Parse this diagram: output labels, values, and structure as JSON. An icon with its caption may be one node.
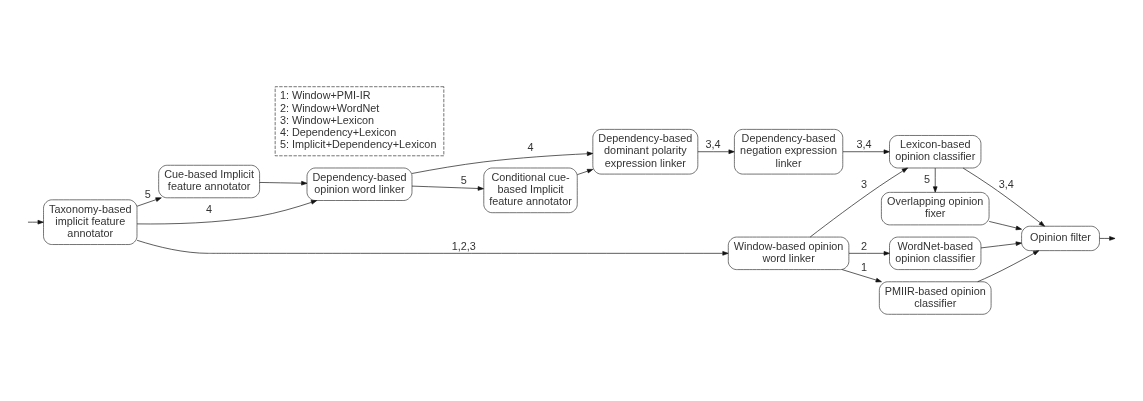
{
  "diagram": {
    "nodes": [
      {
        "text": [
          "Taxonomy-based implicit feature annotator"
        ]
      },
      {
        "text": [
          "Dependency-based opinion word linker"
        ]
      },
      {
        "text": [
          "Dependency-based dominant polarity expression linker"
        ]
      },
      {
        "text": [
          "Dependency-based negation expression linker"
        ]
      },
      {
        "text": [
          "Lexicon-based opinion classifier"
        ]
      },
      {
        "text": [
          "Opinion filter"
        ]
      },
      {
        "text": [
          "Window-based opinion word linker"
        ]
      },
      {
        "text": [
          "PMIIR-based opinion classifier"
        ]
      },
      {
        "text": [
          "WordNet-based opinion classifier"
        ]
      },
      {
        "text": [
          "Cue-based Implicit feature annotator"
        ]
      },
      {
        "text": [
          "Conditional cue-based Implicit feature annotator"
        ]
      },
      {
        "text": [
          "Overlapping opinion fixer"
        ]
      },
      {
        "text": [
          "1: Window+PMI-IR",
          "2: Window+WordNet",
          "3: Window+Lexicon",
          "4: Dependency+Lexicon",
          "5: Implicit+Dependency+Lexicon"
        ]
      }
    ],
    "edges": [
      {
        "from": null,
        "to": 0,
        "arrow": "to"
      },
      {
        "from": 0,
        "to": 1,
        "arrow": "to",
        "label": "4"
      },
      {
        "from": 1,
        "to": 2,
        "arrow": "to",
        "label": "4"
      },
      {
        "from": 2,
        "to": 3,
        "arrow": "to",
        "label": "3,4"
      },
      {
        "from": 3,
        "to": 4,
        "arrow": "to",
        "label": "3,4"
      },
      {
        "from": 4,
        "to": 5,
        "arrow": "to",
        "label": "3,4"
      },
      {
        "from": 5,
        "to": null,
        "arrow": "to"
      },
      {
        "from": 0,
        "to": 6,
        "arrow": "to",
        "label": "1,2,3"
      },
      {
        "from": 6,
        "to": 7,
        "arrow": "to",
        "label": "1"
      },
      {
        "from": 6,
        "to": 8,
        "arrow": "to",
        "label": "2"
      },
      {
        "from": 6,
        "to": 4,
        "arrow": "to",
        "label": "3"
      },
      {
        "from": 7,
        "to": 5,
        "arrow": "to"
      },
      {
        "from": 8,
        "to": 5,
        "arrow": "to"
      },
      {
        "from": 0,
        "to": 9,
        "arrow": "to",
        "label": "5"
      },
      {
        "from": 9,
        "to": 1,
        "arrow": "to"
      },
      {
        "from": 1,
        "to": 10,
        "arrow": "to",
        "label": "5"
      },
      {
        "from": 10,
        "to": 2,
        "arrow": "to"
      },
      {
        "from": 4,
        "to": 11,
        "arrow": "to",
        "label": "5"
      },
      {
        "from": 11,
        "to": 5,
        "arrow": "to"
      }
    ]
  }
}
